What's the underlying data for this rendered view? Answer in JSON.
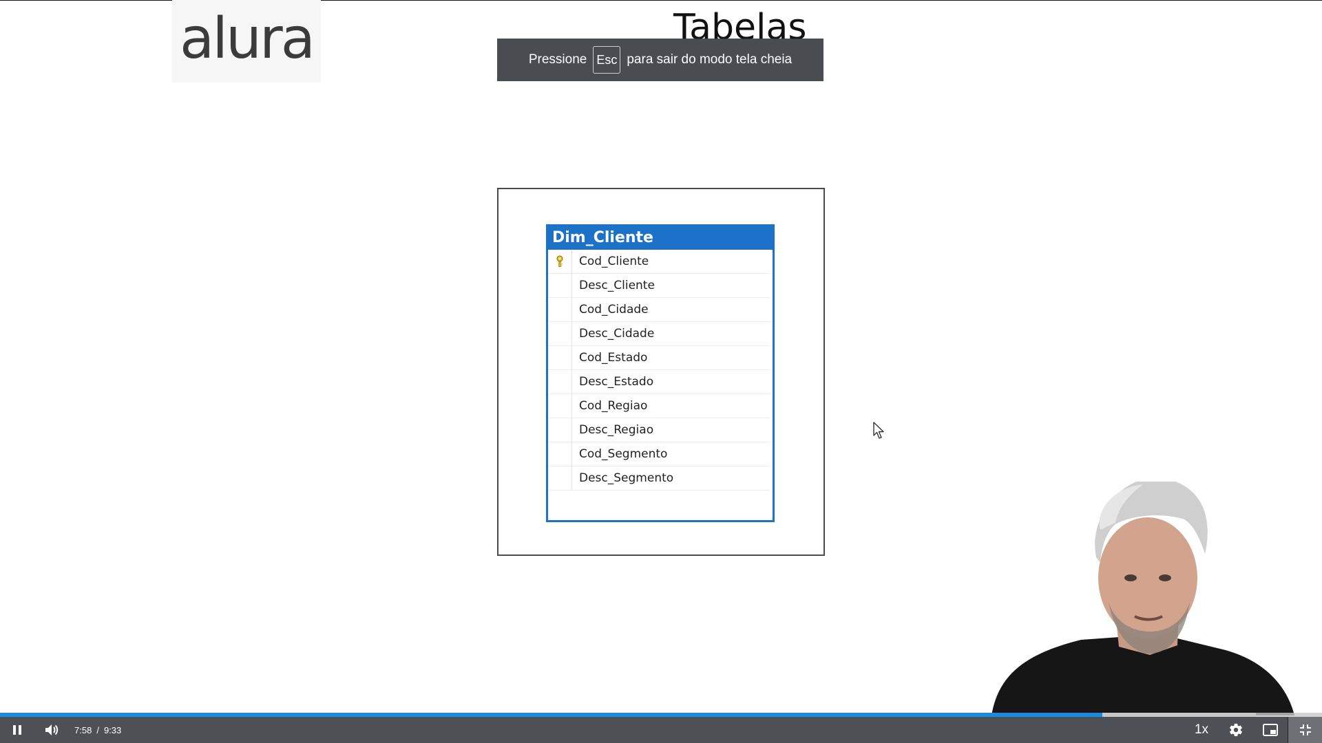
{
  "logo": {
    "text": "alura"
  },
  "slide": {
    "title": "Tabelas"
  },
  "esc_toast": {
    "before": "Pressione",
    "key": "Esc",
    "after": "para sair do modo tela cheia"
  },
  "table": {
    "name": "Dim_Cliente",
    "columns": [
      {
        "label": "Cod_Cliente",
        "primary_key": true
      },
      {
        "label": "Desc_Cliente",
        "primary_key": false
      },
      {
        "label": "Cod_Cidade",
        "primary_key": false
      },
      {
        "label": "Desc_Cidade",
        "primary_key": false
      },
      {
        "label": "Cod_Estado",
        "primary_key": false
      },
      {
        "label": "Desc_Estado",
        "primary_key": false
      },
      {
        "label": "Cod_Regiao",
        "primary_key": false
      },
      {
        "label": "Desc_Regiao",
        "primary_key": false
      },
      {
        "label": "Cod_Segmento",
        "primary_key": false
      },
      {
        "label": "Desc_Segmento",
        "primary_key": false
      }
    ]
  },
  "player": {
    "current_time": "7:58",
    "separator": "/",
    "duration": "9:33",
    "progress_fraction": 0.834,
    "buffered_fraction": 0.95,
    "speed": "1x",
    "colors": {
      "progress": "#1a8be0",
      "bar_bg": "#464a4f",
      "table_header": "#1c72c8"
    },
    "icons": [
      "pause-icon",
      "volume-icon",
      "settings-icon",
      "picture-in-picture-icon",
      "exit-fullscreen-icon"
    ]
  }
}
